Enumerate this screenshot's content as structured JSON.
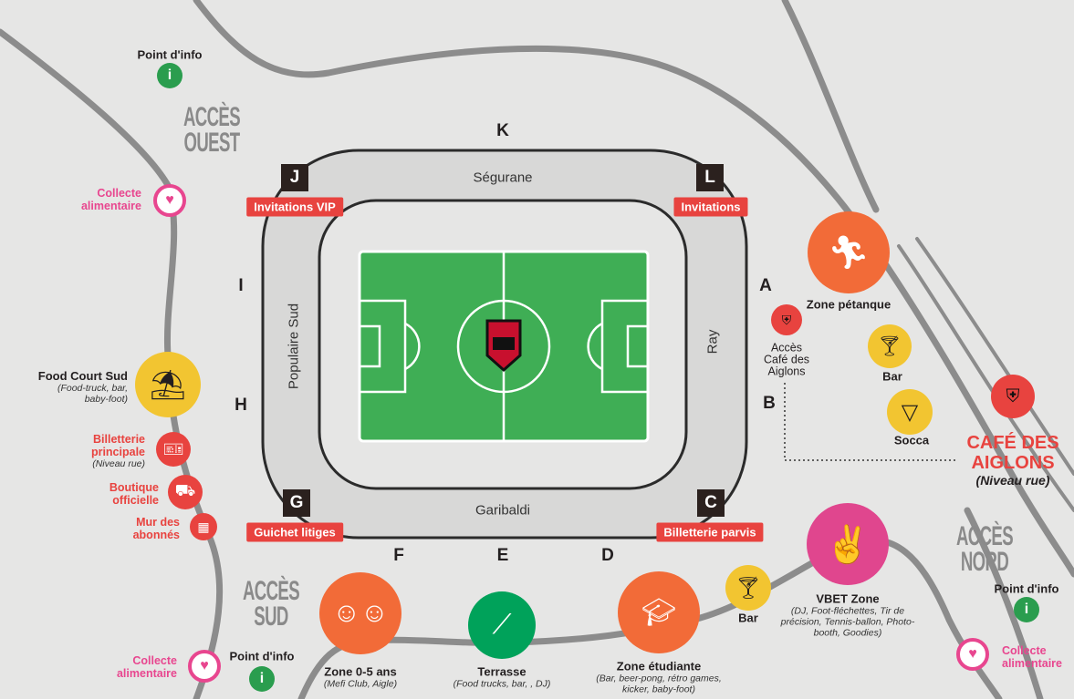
{
  "stadium": {
    "stands": {
      "north": "Ségurane",
      "south": "Garibaldi",
      "west": "Populaire Sud",
      "east": "Ray"
    },
    "gates": {
      "K": "K",
      "J": "J",
      "L": "L",
      "I": "I",
      "H": "H",
      "A": "A",
      "B": "B",
      "G": "G",
      "C": "C",
      "F": "F",
      "E": "E",
      "D": "D"
    },
    "labels": {
      "J": "Invitations VIP",
      "L": "Invitations",
      "G": "Guichet litiges",
      "C": "Billetterie parvis"
    }
  },
  "access": {
    "ouest": [
      "ACCÈS",
      "OUEST"
    ],
    "sud": [
      "ACCÈS",
      "SUD"
    ],
    "nord": [
      "ACCÈS",
      "NORD"
    ]
  },
  "points": {
    "info_top": {
      "title": "Point d'info",
      "icon": "i"
    },
    "info_sud": {
      "title": "Point d'info",
      "icon": "i"
    },
    "info_nord": {
      "title": "Point d'info",
      "icon": "i"
    },
    "collecte_ouest": {
      "line1": "Collecte",
      "line2": "alimentaire"
    },
    "collecte_sud": {
      "line1": "Collecte",
      "line2": "alimentaire"
    },
    "collecte_nord": {
      "line1": "Collecte",
      "line2": "alimentaire"
    },
    "food_court": {
      "title": "Food Court Sud",
      "sub1": "(Food-truck, bar,",
      "sub2": "baby-foot)"
    },
    "billetterie": {
      "line1": "Billetterie",
      "line2": "principale",
      "sub": "(Niveau rue)"
    },
    "boutique": {
      "line1": "Boutique",
      "line2": "officielle"
    },
    "mur": {
      "line1": "Mur des",
      "line2": "abonnés"
    },
    "zone05": {
      "title": "Zone 0-5 ans",
      "sub": "(Mefi Club, Aigle)"
    },
    "terrasse": {
      "title": "Terrasse",
      "sub": "(Food trucks, bar, , DJ)"
    },
    "etudiante": {
      "title": "Zone étudiante",
      "sub1": "(Bar, beer-pong, rétro games,",
      "sub2": "kicker, baby-foot)"
    },
    "bar_sud": {
      "title": "Bar"
    },
    "vbet": {
      "title": "VBET Zone",
      "sub1": "(DJ, Foot-fléchettes, Tir de",
      "sub2": "précision, Tennis-ballon, Photo-",
      "sub3": "booth, Goodies)"
    },
    "petanque": {
      "title": "Zone pétanque"
    },
    "acces_cafe": {
      "line1": "Accès",
      "line2": "Café des",
      "line3": "Aiglons"
    },
    "bar_est": {
      "title": "Bar"
    },
    "socca": {
      "title": "Socca"
    },
    "cafe": {
      "line1": "CAFÉ DES",
      "line2": "AIGLONS",
      "sub": "(Niveau rue)"
    }
  },
  "colors": {
    "road": "#8c8c8c",
    "pitch": "#3fae55",
    "red": "#e8433f",
    "orange": "#f26b38",
    "yellow": "#f2c531",
    "pink": "#e0468e",
    "green": "#2a9d4e"
  }
}
